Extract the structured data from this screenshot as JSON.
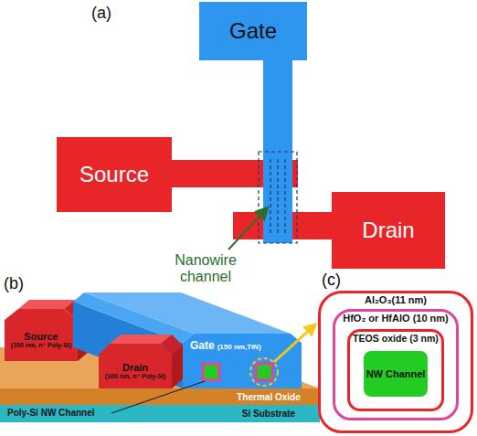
{
  "diagram": {
    "nodes": [
      {
        "text": [
          "Gate"
        ]
      },
      {
        "text": [
          "Source"
        ]
      },
      {
        "text": [
          "Drain"
        ]
      },
      {
        "text": [
          "Source",
          "(100 nm, n⁺ Poly-Si)"
        ]
      },
      {
        "text": [
          "Drain",
          "(100 nm, n⁺ Poly-Si)"
        ]
      },
      {
        "text": [
          "Gate",
          "(150 nm,TiN)"
        ]
      },
      {
        "text": [
          "Thermal Oxide"
        ]
      },
      {
        "text": [
          "Si Substrate"
        ]
      },
      {
        "text": [
          "Al₂O₃(11 nm)"
        ]
      },
      {
        "text": [
          "HfO₂ or HfAlO (10 nm)"
        ],
        "in": 8
      },
      {
        "text": [
          "TEOS oxide (3 nm)"
        ],
        "in": 9
      },
      {
        "text": [
          "NW Channel"
        ],
        "in": 10
      }
    ],
    "labels": [
      "(a)",
      "Nanowire channel",
      "(b)",
      "Poly-Si NW Channel",
      "(c)"
    ]
  }
}
